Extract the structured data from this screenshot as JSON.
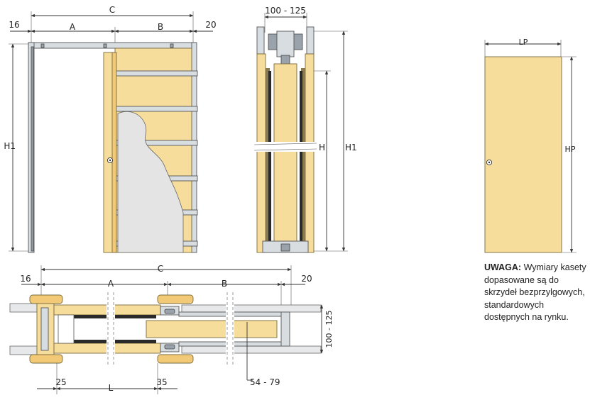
{
  "front_view": {
    "dim_c": "C",
    "dim_16": "16",
    "dim_a": "A",
    "dim_b": "B",
    "dim_20": "20",
    "dim_h1": "H1"
  },
  "side_view": {
    "dim_top": "100 - 125",
    "dim_h": "H",
    "dim_h1": "H1"
  },
  "door_view": {
    "dim_lp": "LP",
    "dim_hp": "HP"
  },
  "plan_view": {
    "dim_c": "C",
    "dim_16": "16",
    "dim_a": "A",
    "dim_b": "B",
    "dim_20": "20",
    "dim_side": "100 - 125",
    "dim_25": "25",
    "dim_l": "L",
    "dim_35": "35",
    "dim_54": "54 - 79"
  },
  "note": {
    "label": "UWAGA:",
    "text": "Wymiary kasety dopasowane są do skrzydeł bezprzylgowych, standardowych dostępnych na rynku."
  }
}
